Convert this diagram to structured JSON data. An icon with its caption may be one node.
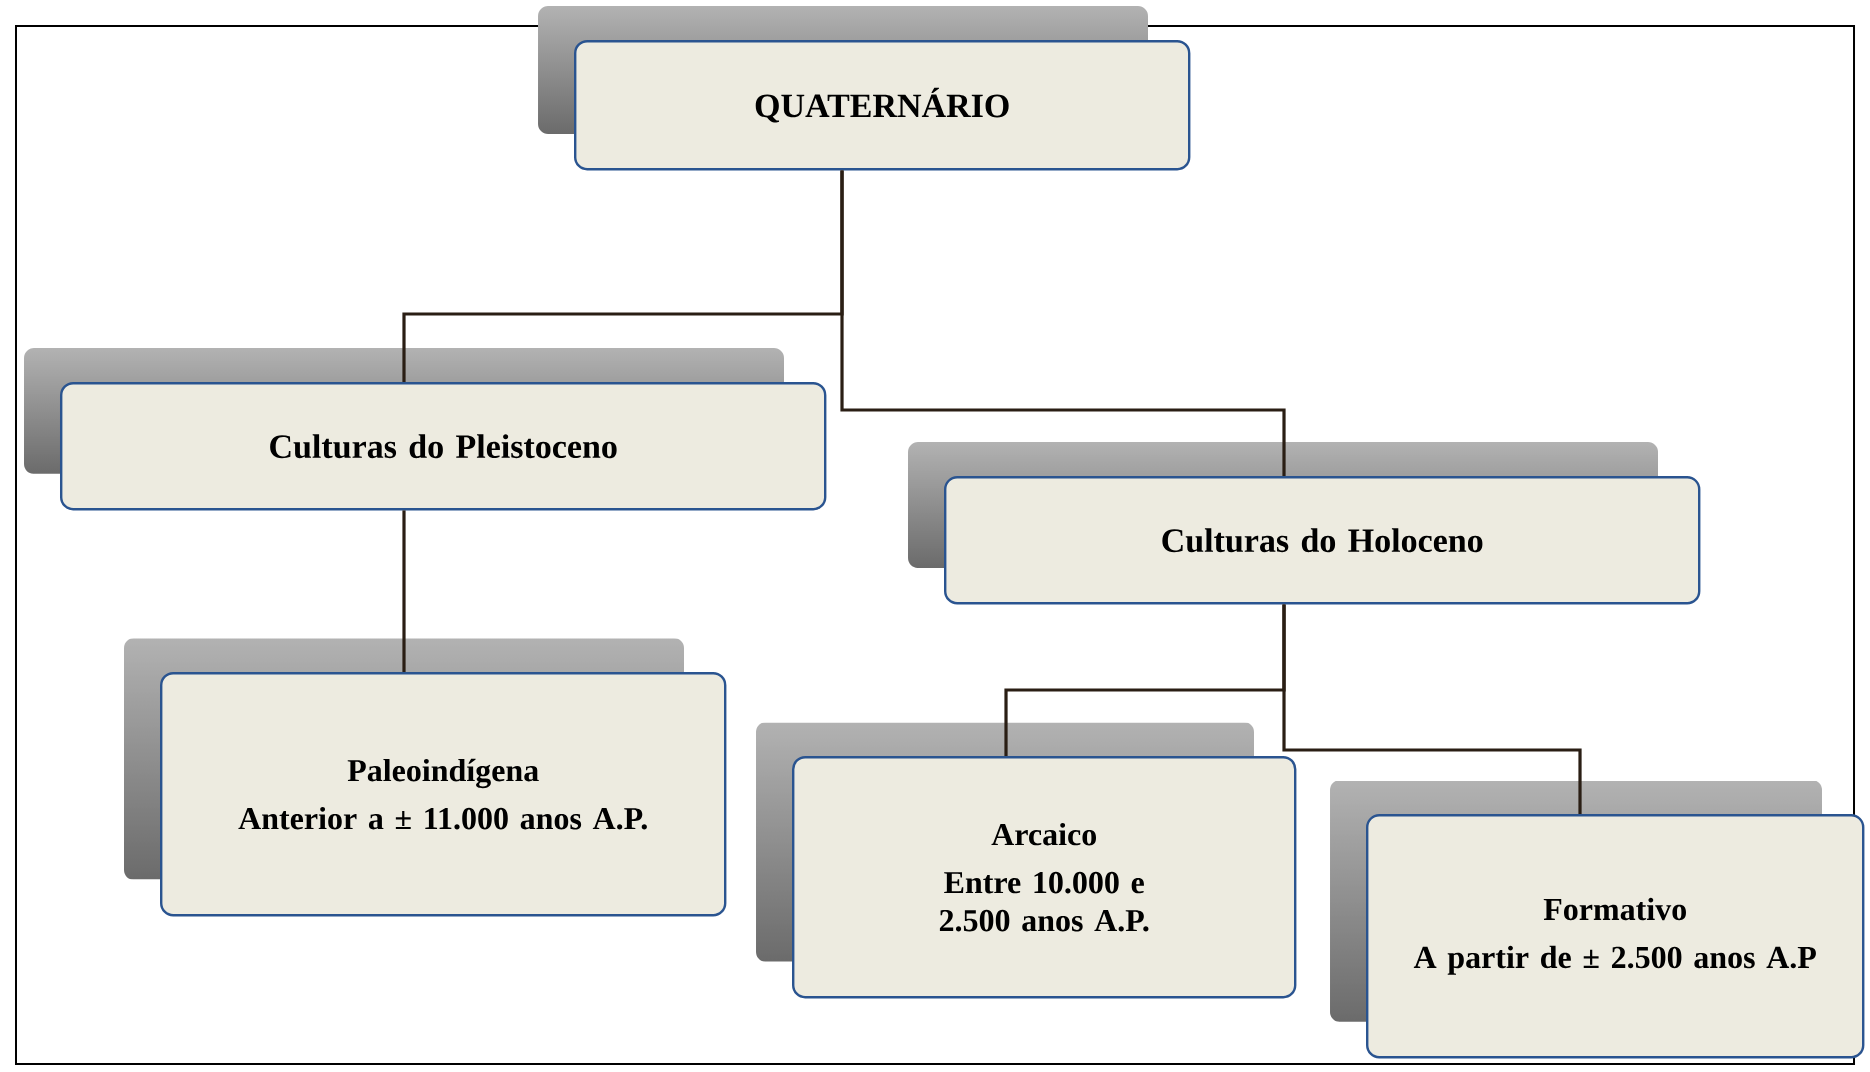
{
  "diagram": {
    "nodes": [
      {
        "text": [
          "QUATERNÁRIO"
        ]
      },
      {
        "text": [
          "Culturas do Pleistoceno"
        ]
      },
      {
        "text": [
          "Culturas do Holoceno"
        ]
      },
      {
        "text": [
          "Paleoindígena",
          "Anterior a ± 11.000 anos A.P."
        ]
      },
      {
        "text": [
          "Arcaico",
          "Entre 10.000 e 2.500 anos A.P."
        ]
      },
      {
        "text": [
          "Formativo",
          "A partir de ± 2.500 anos A.P"
        ]
      }
    ],
    "edges": [
      {
        "from": 0,
        "to": 1,
        "arrow": "none"
      },
      {
        "from": 0,
        "to": 2,
        "arrow": "none"
      },
      {
        "from": 1,
        "to": 3,
        "arrow": "none"
      },
      {
        "from": 2,
        "to": 4,
        "arrow": "none"
      },
      {
        "from": 2,
        "to": 5,
        "arrow": "none"
      }
    ]
  }
}
